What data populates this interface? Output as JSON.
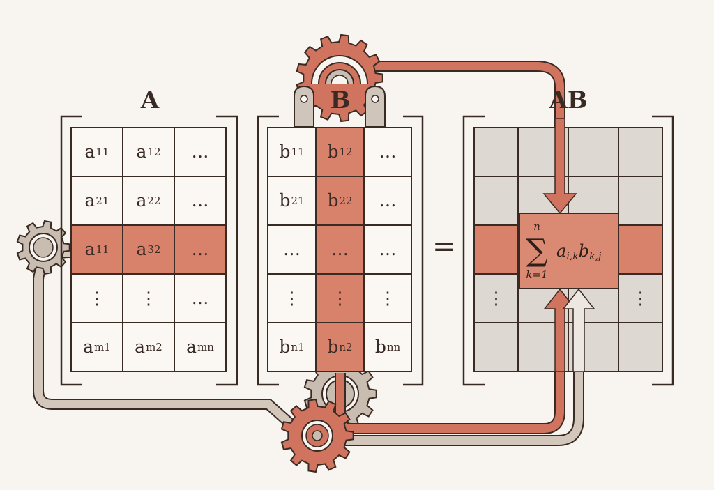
{
  "colors": {
    "background": "#f8f4ef",
    "ink": "#3a2a24",
    "highlight": "#d8826c",
    "accent": "#c8665a",
    "gear_gray": "#c8bcb0",
    "result_cell": "#ddd8d2"
  },
  "matrix_a": {
    "label": "A",
    "highlight_row": 2,
    "rows": [
      [
        {
          "base": "a",
          "sub": "11"
        },
        {
          "base": "a",
          "sub": "12"
        },
        {
          "base": "…",
          "sub": ""
        }
      ],
      [
        {
          "base": "a",
          "sub": "21"
        },
        {
          "base": "a",
          "sub": "22"
        },
        {
          "base": "…",
          "sub": ""
        }
      ],
      [
        {
          "base": "a",
          "sub": "11"
        },
        {
          "base": "a",
          "sub": "32"
        },
        {
          "base": "…",
          "sub": ""
        }
      ],
      [
        {
          "base": "⋮",
          "sub": ""
        },
        {
          "base": "⋮",
          "sub": ""
        },
        {
          "base": "…",
          "sub": ""
        }
      ],
      [
        {
          "base": "a",
          "sub": "m1"
        },
        {
          "base": "a",
          "sub": "m2"
        },
        {
          "base": "a",
          "sub": "mn"
        }
      ]
    ]
  },
  "matrix_b": {
    "label": "B",
    "highlight_col": 1,
    "rows": [
      [
        {
          "base": "b",
          "sub": "11"
        },
        {
          "base": "b",
          "sub": "12"
        },
        {
          "base": "…",
          "sub": ""
        }
      ],
      [
        {
          "base": "b",
          "sub": "21"
        },
        {
          "base": "b",
          "sub": "22"
        },
        {
          "base": "…",
          "sub": ""
        }
      ],
      [
        {
          "base": "…",
          "sub": ""
        },
        {
          "base": "…",
          "sub": ""
        },
        {
          "base": "…",
          "sub": ""
        }
      ],
      [
        {
          "base": "⋮",
          "sub": ""
        },
        {
          "base": "⋮",
          "sub": ""
        },
        {
          "base": "⋮",
          "sub": ""
        }
      ],
      [
        {
          "base": "b",
          "sub": "n1"
        },
        {
          "base": "b",
          "sub": "n2"
        },
        {
          "base": "b",
          "sub": "nn"
        }
      ]
    ]
  },
  "equals": "=",
  "matrix_ab": {
    "label": "AB",
    "rows": 5,
    "cols": 4,
    "dots_left": "⋮",
    "dots_right": "⋮",
    "formula": {
      "sigma": "∑",
      "upper": "n",
      "lower": "k=1",
      "a": "a",
      "a_sub": "i,k",
      "b": "b",
      "b_sub": "k,j"
    }
  },
  "icons": [
    "gear-icon",
    "gear-icon",
    "gear-icon",
    "gear-icon",
    "pipe-connector",
    "arrow-down",
    "arrow-up"
  ]
}
